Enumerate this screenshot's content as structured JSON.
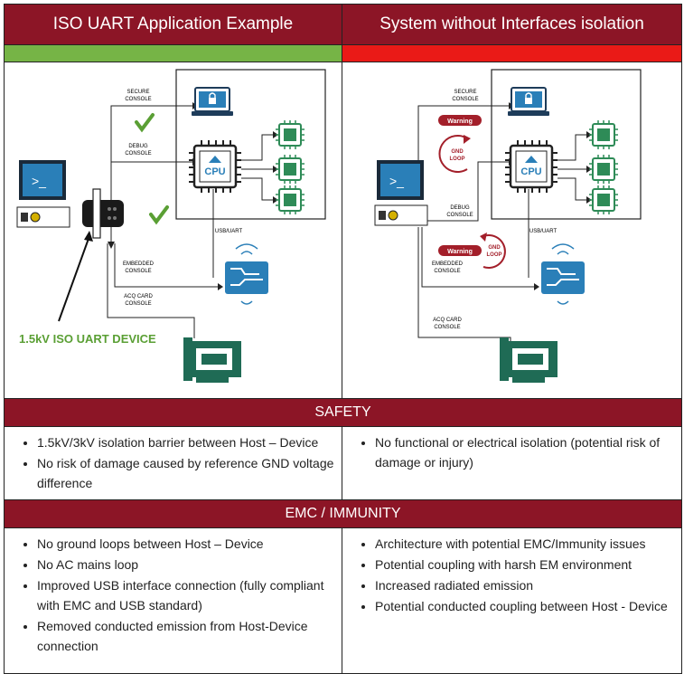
{
  "header": {
    "left_title": "ISO UART Application Example",
    "right_title": "System without Interfaces isolation"
  },
  "colors": {
    "header_bg": "#8c1526",
    "ok_bar": "#76b446",
    "bad_bar": "#ea1a17",
    "icon_green": "#2e8b57",
    "icon_blue": "#2a7fb8",
    "warning_red": "#a31f2a"
  },
  "left_diagram": {
    "labels": {
      "secure_console": [
        "SECURE",
        "CONSOLE"
      ],
      "debug_console": [
        "DEBUG",
        "CONSOLE"
      ],
      "embedded_console": [
        "EMBEDDED",
        "CONSOLE"
      ],
      "acq_card_console": [
        "ACQ CARD",
        "CONSOLE"
      ],
      "usb_uart": "USB/UART",
      "cpu": "CPU",
      "device_callout": "1.5kV ISO UART DEVICE"
    }
  },
  "right_diagram": {
    "labels": {
      "secure_console": [
        "SECURE",
        "CONSOLE"
      ],
      "debug_console": [
        "DEBUG",
        "CONSOLE"
      ],
      "embedded_console": [
        "EMBEDDED",
        "CONSOLE"
      ],
      "acq_card_console": [
        "ACQ CARD",
        "CONSOLE"
      ],
      "usb_uart": "USB/UART",
      "cpu": "CPU",
      "warning": "Warning",
      "gnd_loop": [
        "GND",
        "LOOP"
      ]
    }
  },
  "safety": {
    "title": "SAFETY",
    "left": [
      "1.5kV/3kV isolation barrier between Host – Device",
      "No risk of damage caused by reference GND voltage difference"
    ],
    "right": [
      "No functional or electrical isolation (potential risk of damage or injury)"
    ]
  },
  "emc": {
    "title": "EMC / IMMUNITY",
    "left": [
      "No ground loops between Host – Device",
      "No AC mains loop",
      "Improved USB interface connection (fully compliant with EMC and USB standard)",
      "Removed conducted emission from Host-Device connection"
    ],
    "right": [
      "Architecture with potential EMC/Immunity issues",
      "Potential coupling with harsh EM environment",
      "Increased radiated emission",
      "Potential conducted coupling between Host - Device"
    ]
  }
}
